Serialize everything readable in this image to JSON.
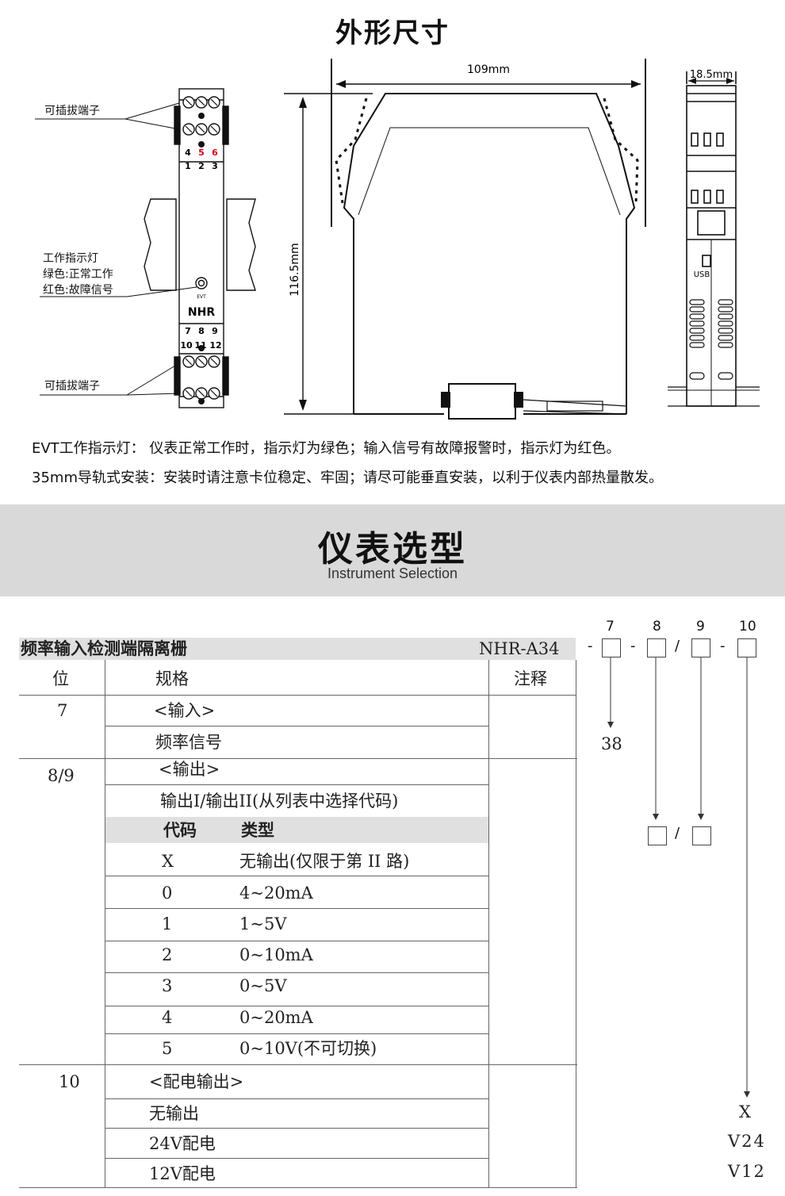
{
  "dimensions": {
    "title": "外形尺寸",
    "width_label": "109mm",
    "height_label": "116.5mm",
    "depth_label": "18.5mm",
    "callout_terminal_top": "可插拔端子",
    "callout_terminal_bottom": "可插拔端子",
    "callout_led": [
      "工作指示灯",
      "绿色:正常工作",
      "红色:故障信号"
    ],
    "terminals_top_row1": [
      "4",
      "5",
      "6"
    ],
    "terminals_top_row2": [
      "1",
      "2",
      "3"
    ],
    "terminals_bottom_row1": [
      "7",
      "8",
      "9"
    ],
    "terminals_bottom_row2": [
      "10",
      "11",
      "12"
    ],
    "led_text": "EVT",
    "logo_text": "NHR",
    "usb_text": "USB",
    "colors": {
      "terminal_red": "#d0021b",
      "line": "#111111"
    }
  },
  "notes": [
    "EVT工作指示灯： 仪表正常工作时，指示灯为绿色；输入信号有故障报警时，指示灯为红色。",
    "35mm导轨式安装：安装时请注意卡位稳定、牢固；请尽可能垂直安装，以利于仪表内部热量散发。"
  ],
  "selection": {
    "title": "仪表选型",
    "subtitle": "Instrument Selection",
    "product_name": "频率输入检测端隔离栅",
    "model": "NHR-A34",
    "code_positions": [
      "7",
      "8",
      "9",
      "10"
    ],
    "code_separators": [
      "-",
      "-",
      "/",
      "-"
    ],
    "mid_separator": "/",
    "headers": {
      "position": "位",
      "spec": "规格",
      "note": "注释"
    },
    "groups": {
      "input": {
        "pos": "7",
        "title": "<输入>",
        "item": "频率信号",
        "code": "38"
      },
      "output": {
        "pos": "8/9",
        "title": "<输出>",
        "desc": "输出I/输出II(从列表中选择代码)",
        "code_header": "代码",
        "type_header": "类型",
        "rows": [
          {
            "code": "X",
            "type": "无输出(仅限于第 II 路)"
          },
          {
            "code": "0",
            "type": "4~20mA"
          },
          {
            "code": "1",
            "type": "1~5V"
          },
          {
            "code": "2",
            "type": "0~10mA"
          },
          {
            "code": "3",
            "type": "0~5V"
          },
          {
            "code": "4",
            "type": "0~20mA"
          },
          {
            "code": "5",
            "type": "0~10V(不可切换)"
          }
        ]
      },
      "power": {
        "pos": "10",
        "title": "<配电输出>",
        "rows": [
          {
            "label": "无输出",
            "code": "X"
          },
          {
            "label": "24V配电",
            "code": "V24"
          },
          {
            "label": "12V配电",
            "code": "V12"
          }
        ]
      }
    }
  }
}
